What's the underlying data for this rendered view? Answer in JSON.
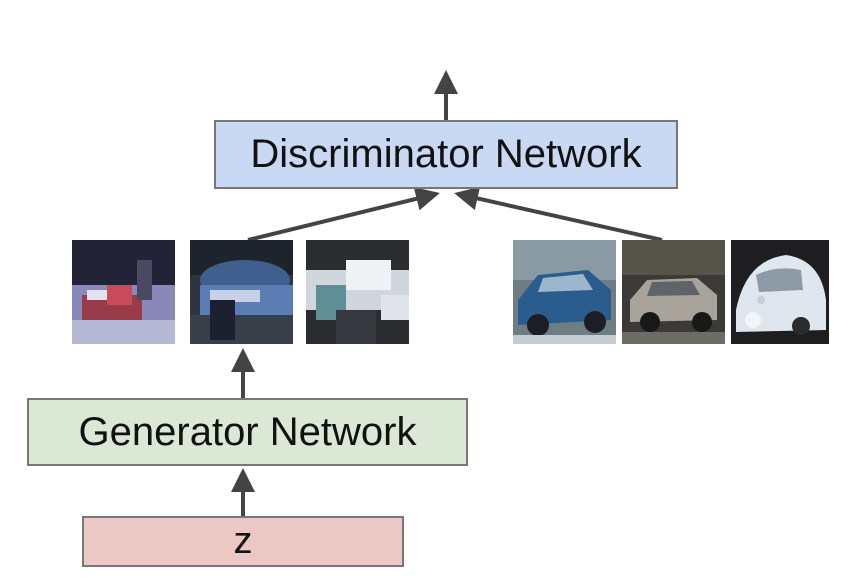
{
  "discriminator": {
    "label": "Discriminator Network"
  },
  "generator": {
    "label": "Generator Network"
  },
  "noise": {
    "label": "z"
  },
  "colors": {
    "discriminator_fill": "#c9d9f4",
    "generator_fill": "#dce8d6",
    "noise_fill": "#ecc8c5",
    "arrow": "#444444"
  }
}
